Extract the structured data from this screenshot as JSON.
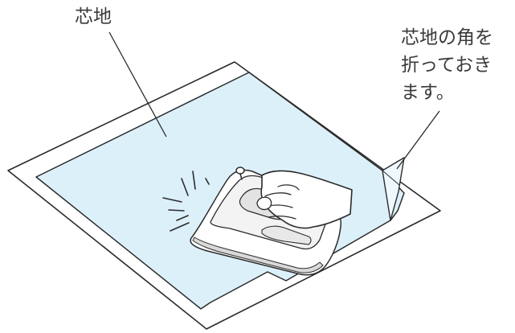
{
  "labels": {
    "interfacing": "芯地",
    "fold_corner": [
      "芯地の角を",
      "折っておき",
      "ます。"
    ]
  },
  "colors": {
    "interfacing_fill": "#dcf0fa",
    "line": "#2b2b2b",
    "iron_shade": "#d9d9d9",
    "hand_fill": "#ffffff"
  },
  "icons": {
    "iron": "steam-iron-icon",
    "hand": "hand-icon"
  }
}
